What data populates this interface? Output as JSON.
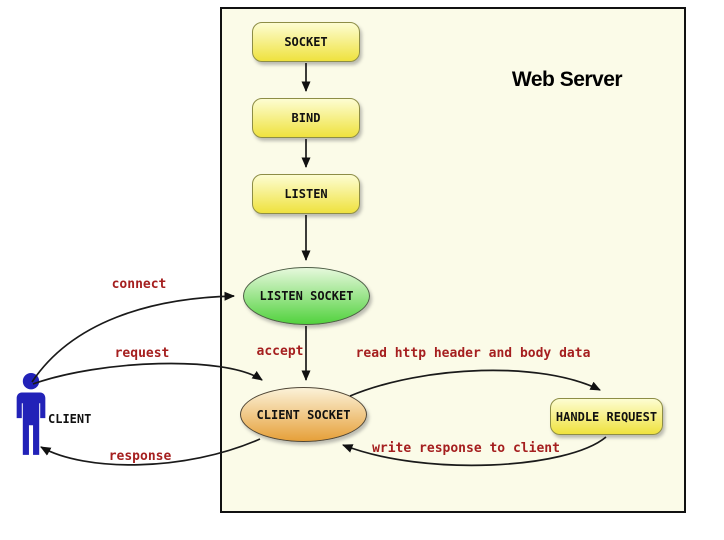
{
  "diagram": {
    "title": "Web Server",
    "nodes": {
      "socket": {
        "label": "SOCKET"
      },
      "bind": {
        "label": "BIND"
      },
      "listen": {
        "label": "LISTEN"
      },
      "listen_socket": {
        "label": "LISTEN SOCKET"
      },
      "client_socket": {
        "label": "CLIENT SOCKET"
      },
      "handle_request": {
        "label": "HANDLE REQUEST"
      }
    },
    "actor": {
      "label": "CLIENT",
      "icon": "person-icon"
    },
    "edges": [
      {
        "id": "socket-to-bind",
        "from": "socket",
        "to": "bind",
        "label": ""
      },
      {
        "id": "bind-to-listen",
        "from": "bind",
        "to": "listen",
        "label": ""
      },
      {
        "id": "listen-to-listen-socket",
        "from": "listen",
        "to": "listen_socket",
        "label": ""
      },
      {
        "id": "listen-socket-to-client-socket",
        "from": "listen_socket",
        "to": "client_socket",
        "label": "accept"
      },
      {
        "id": "client-to-listen-socket",
        "from": "client",
        "to": "listen_socket",
        "label": "connect"
      },
      {
        "id": "client-to-client-socket",
        "from": "client",
        "to": "client_socket",
        "label": "request"
      },
      {
        "id": "client-socket-to-client",
        "from": "client_socket",
        "to": "client",
        "label": "response"
      },
      {
        "id": "client-socket-to-handle-request",
        "from": "client_socket",
        "to": "handle_request",
        "label": "read http header and body data"
      },
      {
        "id": "handle-request-to-client-socket",
        "from": "handle_request",
        "to": "client_socket",
        "label": "write response to client"
      }
    ],
    "colors": {
      "canvas_bg": "#FBFBE8",
      "process_fill_top": "#FDFDD2",
      "process_fill_bottom": "#EFE23E",
      "listen_socket_fill_top": "#E6F8DC",
      "listen_socket_fill_bottom": "#52D23E",
      "client_socket_fill_top": "#FBF2D8",
      "client_socket_fill_bottom": "#E6A039",
      "edge_label_color": "#A51F1F",
      "client_color": "#2222B8",
      "arrow_color": "#1a1a1a"
    }
  }
}
